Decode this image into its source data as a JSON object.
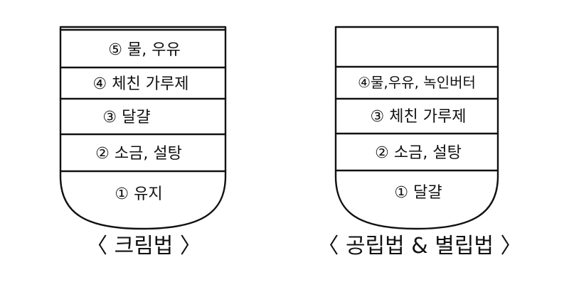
{
  "diagrams": [
    {
      "caption": "〈 크림법 〉",
      "layers": [
        {
          "label": "⑤ 물, 우유"
        },
        {
          "label": "④ 체친 가루제"
        },
        {
          "label": "③ 달걀"
        },
        {
          "label": "② 소금, 설탕"
        },
        {
          "label": "① 유지"
        }
      ]
    },
    {
      "caption": "〈 공립법 & 별립법 〉",
      "layers": [
        {
          "label": ""
        },
        {
          "label": "④물,우유, 녹인버터"
        },
        {
          "label": "③ 체친 가루제"
        },
        {
          "label": "② 소금, 설탕"
        },
        {
          "label": "① 달걀"
        }
      ]
    }
  ]
}
